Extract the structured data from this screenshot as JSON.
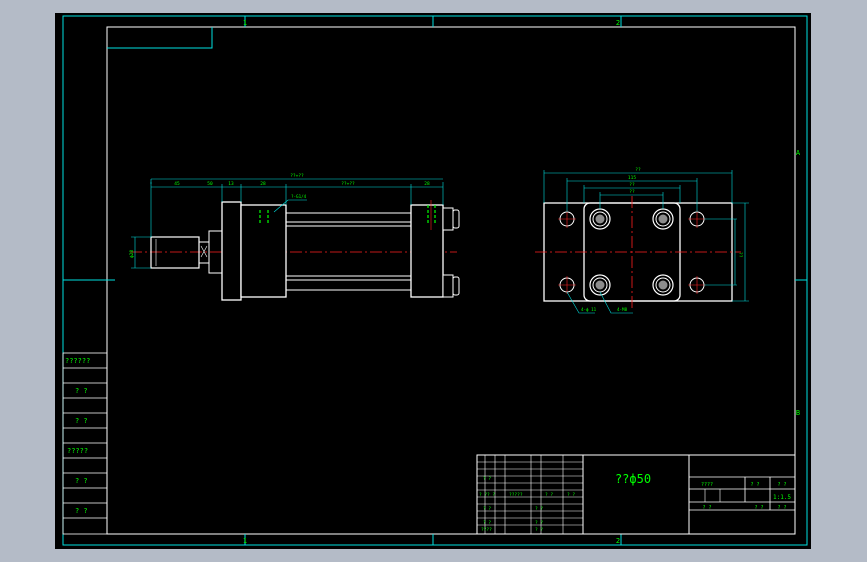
{
  "colors": {
    "workspace": "#b4bbc7",
    "canvas": "#000000",
    "frame": "#00e0e0",
    "outline": "#ffffff",
    "centerline": "#ff2020",
    "text": "#00ff00",
    "fill_gray": "#8c8c8c"
  },
  "zone_markers": {
    "top_1": "1",
    "top_2": "2",
    "bottom_1": "1",
    "bottom_2": "2",
    "right_a": "A",
    "right_b": "B"
  },
  "side_panel": {
    "rows": [
      "??????",
      "? ?",
      "? ?",
      "?????",
      "? ?",
      "? ?"
    ]
  },
  "title_block": {
    "title": "??ф50",
    "scale": "1:1.5",
    "left_grid": {
      "r1": [
        "? ?",
        "",
        "",
        ""
      ],
      "r2": [
        "? ?",
        "? ?",
        "?????",
        "? ?",
        "? ?"
      ],
      "r3": [
        "? ?",
        "? ?"
      ],
      "r4": [
        "? ?",
        "? ?"
      ],
      "r5": [
        "????",
        "? ?"
      ]
    },
    "right_grid": {
      "labels_top": [
        "????",
        "? ?",
        "? ?"
      ],
      "labels_bottom": [
        "? ?",
        "? ?",
        "? ?"
      ]
    }
  },
  "dimensions": {
    "side_view_overall": "??+??",
    "seg_1": "45",
    "seg_2": "50",
    "seg_3": "13",
    "seg_4": "28",
    "seg_5": "??+??",
    "seg_6": "28",
    "rod_dia": "ф28",
    "thread_note": "?-G1/4",
    "end_view_top_1": "??",
    "end_view_top_2": "115",
    "end_view_top_3": "??",
    "end_view_top_4": "??",
    "end_view_side": "??",
    "leader_1": "4-ф 11",
    "leader_2": "4-M8"
  }
}
